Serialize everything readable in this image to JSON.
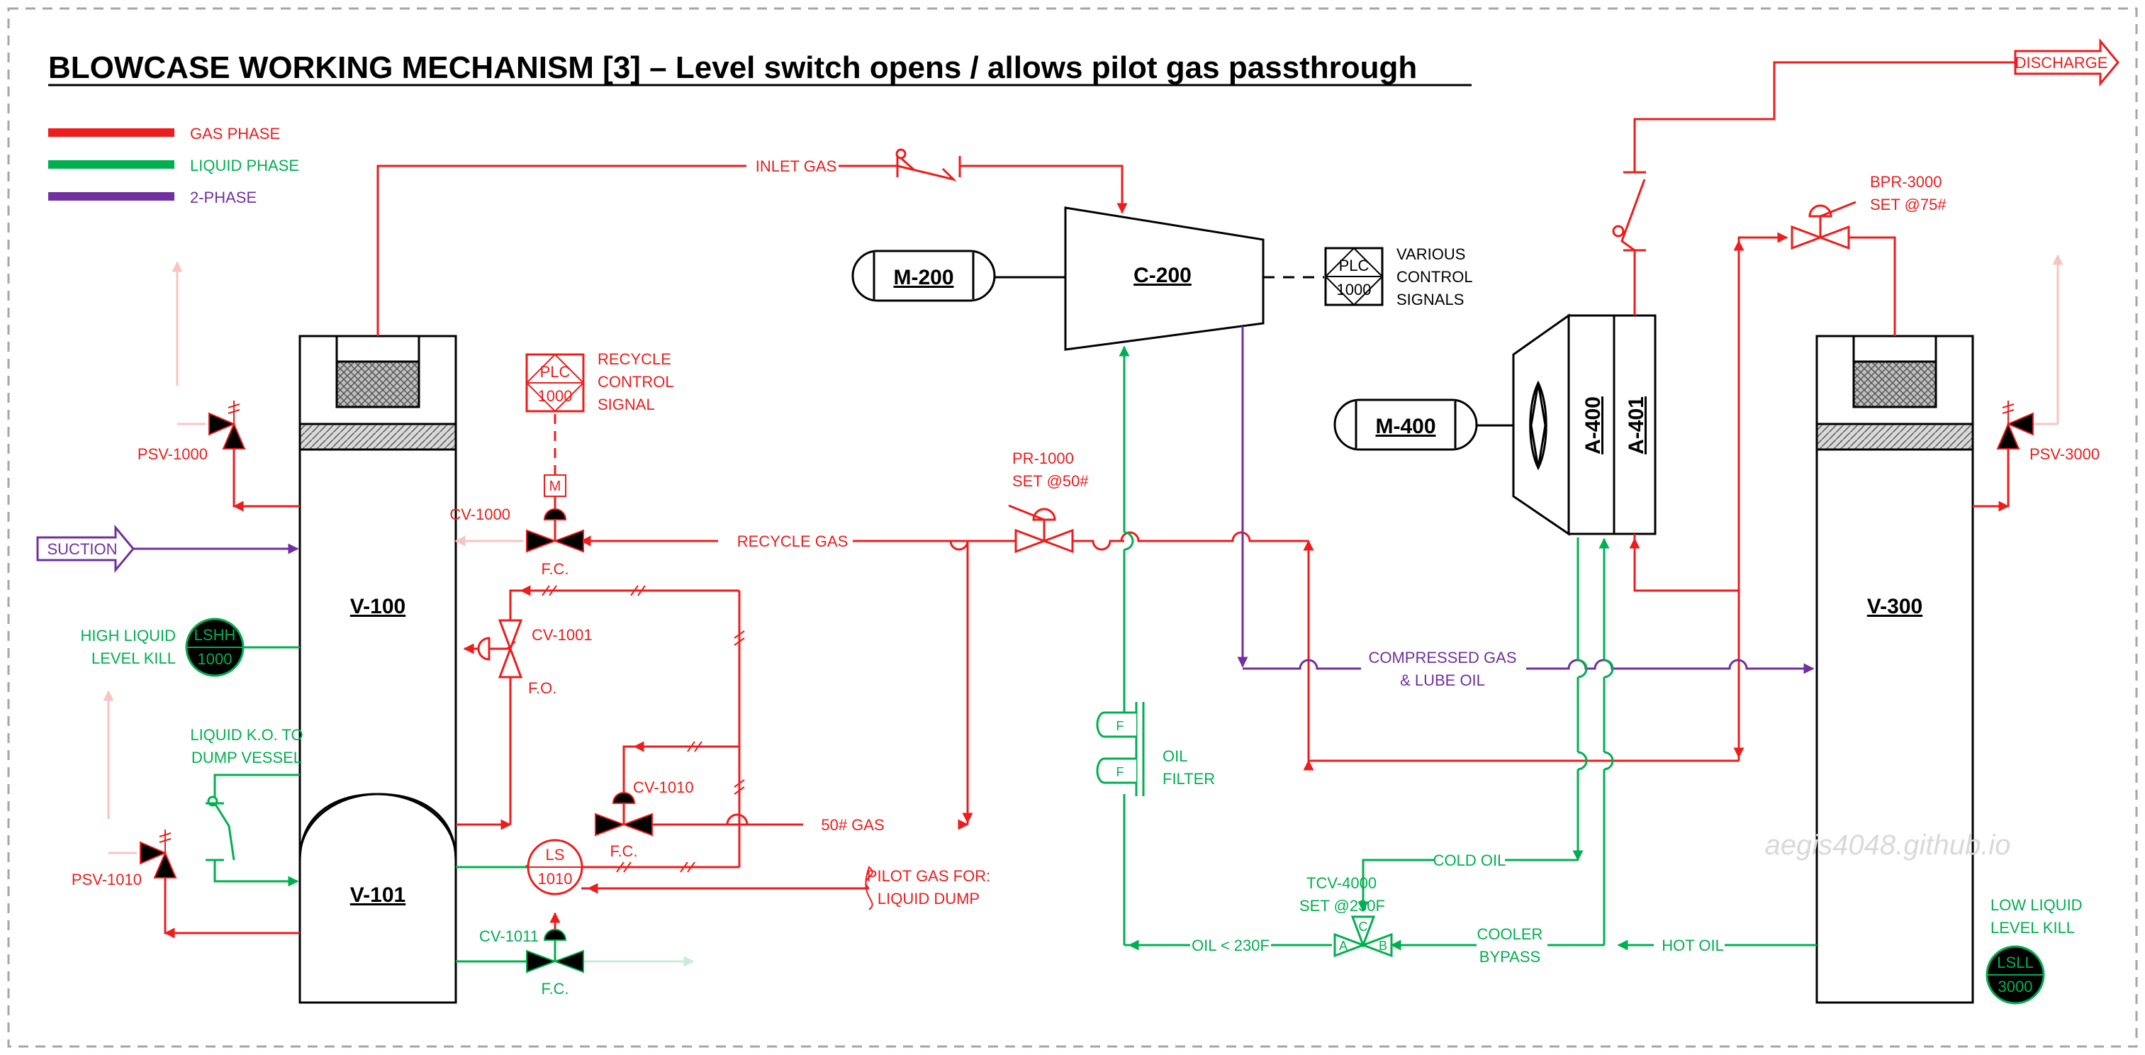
{
  "title": "BLOWCASE WORKING MECHANISM [3] – Level switch opens / allows pilot gas passthrough",
  "watermark": "aegis4048.github.io",
  "colors": {
    "gas": "#ee1c1c",
    "liquid": "#00b050",
    "two_phase": "#7030a0",
    "black": "#000000",
    "faint_red": "#f7c4c4",
    "faint_green": "#c8ecd6"
  },
  "legend": {
    "gas": "GAS PHASE",
    "liquid": "LIQUID PHASE",
    "two_phase": "2-PHASE"
  },
  "vessels": {
    "v100": "V-100",
    "v101": "V-101",
    "v300": "V-300",
    "c200": "C-200",
    "m200": "M-200",
    "m400": "M-400",
    "a400": "A-400",
    "a401": "A-401"
  },
  "psv": {
    "psv1000": "PSV-1000",
    "psv1010": "PSV-1010",
    "psv3000": "PSV-3000"
  },
  "labels": {
    "suction": "SUCTION",
    "inlet_gas": "INLET GAS",
    "discharge": "DISCHARGE",
    "recycle_gas": "RECYCLE GAS",
    "gas50": "50# GAS",
    "recycle_ctrl_1": "RECYCLE",
    "recycle_ctrl_2": "CONTROL",
    "recycle_ctrl_3": "SIGNAL",
    "various_1": "VARIOUS",
    "various_2": "CONTROL",
    "various_3": "SIGNALS",
    "compressed_1": "COMPRESSED GAS",
    "compressed_2": "& LUBE OIL",
    "pilot_1": "PILOT GAS FOR:",
    "pilot_2": "LIQUID DUMP",
    "hl_1": "HIGH LIQUID",
    "hl_2": "LEVEL KILL",
    "lko_1": "LIQUID K.O. TO",
    "lko_2": "DUMP VESSEL",
    "ll_1": "LOW LIQUID",
    "ll_2": "LEVEL KILL",
    "oil_filter_1": "OIL",
    "oil_filter_2": "FILTER",
    "cold_oil": "COLD OIL",
    "hot_oil": "HOT OIL",
    "cooler_1": "COOLER",
    "cooler_2": "BYPASS",
    "oil_lt": "OIL < 230F"
  },
  "valves": {
    "cv1000": "CV-1000",
    "cv1000_fail": "F.C.",
    "m": "M",
    "cv1001": "CV-1001",
    "cv1001_fail": "F.O.",
    "cv1010": "CV-1010",
    "cv1010_fail": "F.C.",
    "cv1011": "CV-1011",
    "cv1011_fail": "F.C.",
    "pr1000_1": "PR-1000",
    "pr1000_2": "SET @50#",
    "bpr3000_1": "BPR-3000",
    "bpr3000_2": "SET @75#",
    "tcv4000_1": "TCV-4000",
    "tcv4000_2": "SET @230F",
    "port_a": "A",
    "port_b": "B",
    "port_c": "C",
    "filter_f": "F"
  },
  "instruments": {
    "plc_tag": "PLC",
    "plc_num": "1000",
    "lshh_tag": "LSHH",
    "lshh_num": "1000",
    "lsll_tag": "LSLL",
    "lsll_num": "3000",
    "ls_tag": "LS",
    "ls_num": "1010"
  }
}
